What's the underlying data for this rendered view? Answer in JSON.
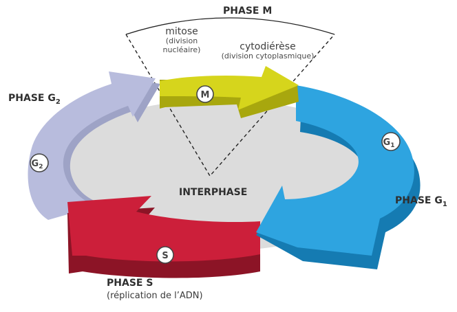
{
  "phase_m": {
    "title": "PHASE M",
    "badge": "M"
  },
  "mitose": {
    "title": "mitose",
    "detail_1": "(division",
    "detail_2": "nucléaire)"
  },
  "cytodierese": {
    "title": "cytodiérèse",
    "detail": "(division cytoplasmique)"
  },
  "phase_g2": {
    "prefix": "PHASE G",
    "subscript": "2",
    "badge": "G",
    "badge_sub": "2"
  },
  "phase_g1": {
    "prefix": "PHASE G",
    "subscript": "1",
    "badge": "G",
    "badge_sub": "1"
  },
  "phase_s": {
    "title": "PHASE S",
    "detail": "(réplication de l’ADN)",
    "badge": "S"
  },
  "interphase": "INTERPHASE",
  "colors": {
    "m_arrow": "#c9c814",
    "g1_arrow": "#1f9fdc",
    "s_arrow": "#c81c37",
    "g2_arrow": "#b5bbdc",
    "interior": "#dcdcdc"
  }
}
